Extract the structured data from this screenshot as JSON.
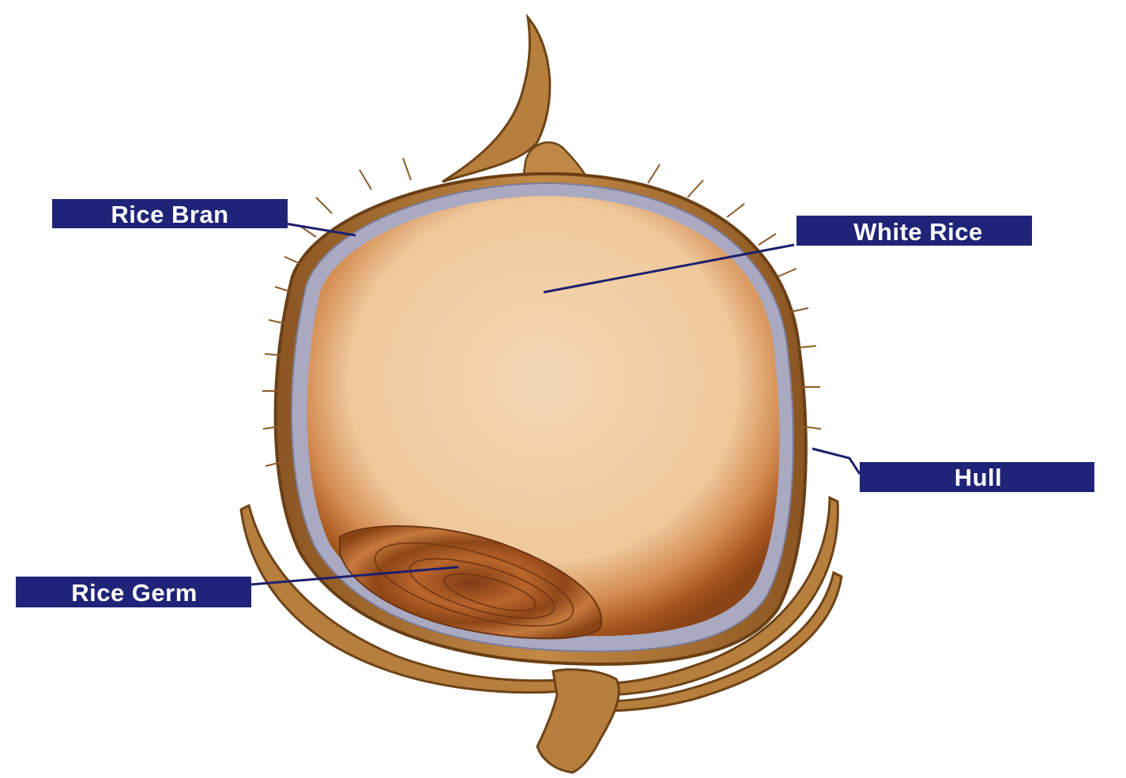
{
  "labels": {
    "rice_bran": "Rice Bran",
    "white_rice": "White Rice",
    "hull": "Hull",
    "rice_germ": "Rice Germ"
  },
  "colors": {
    "label_box": "#1f2478",
    "label_text": "#ffffff",
    "hull": "#b27a3a",
    "hull_dark": "#7a4a1c",
    "bran_layer": "#a9a9c2",
    "endosperm_light": "#f1d2ad",
    "endosperm_edge": "#a8571f",
    "germ": "#b9652b"
  }
}
